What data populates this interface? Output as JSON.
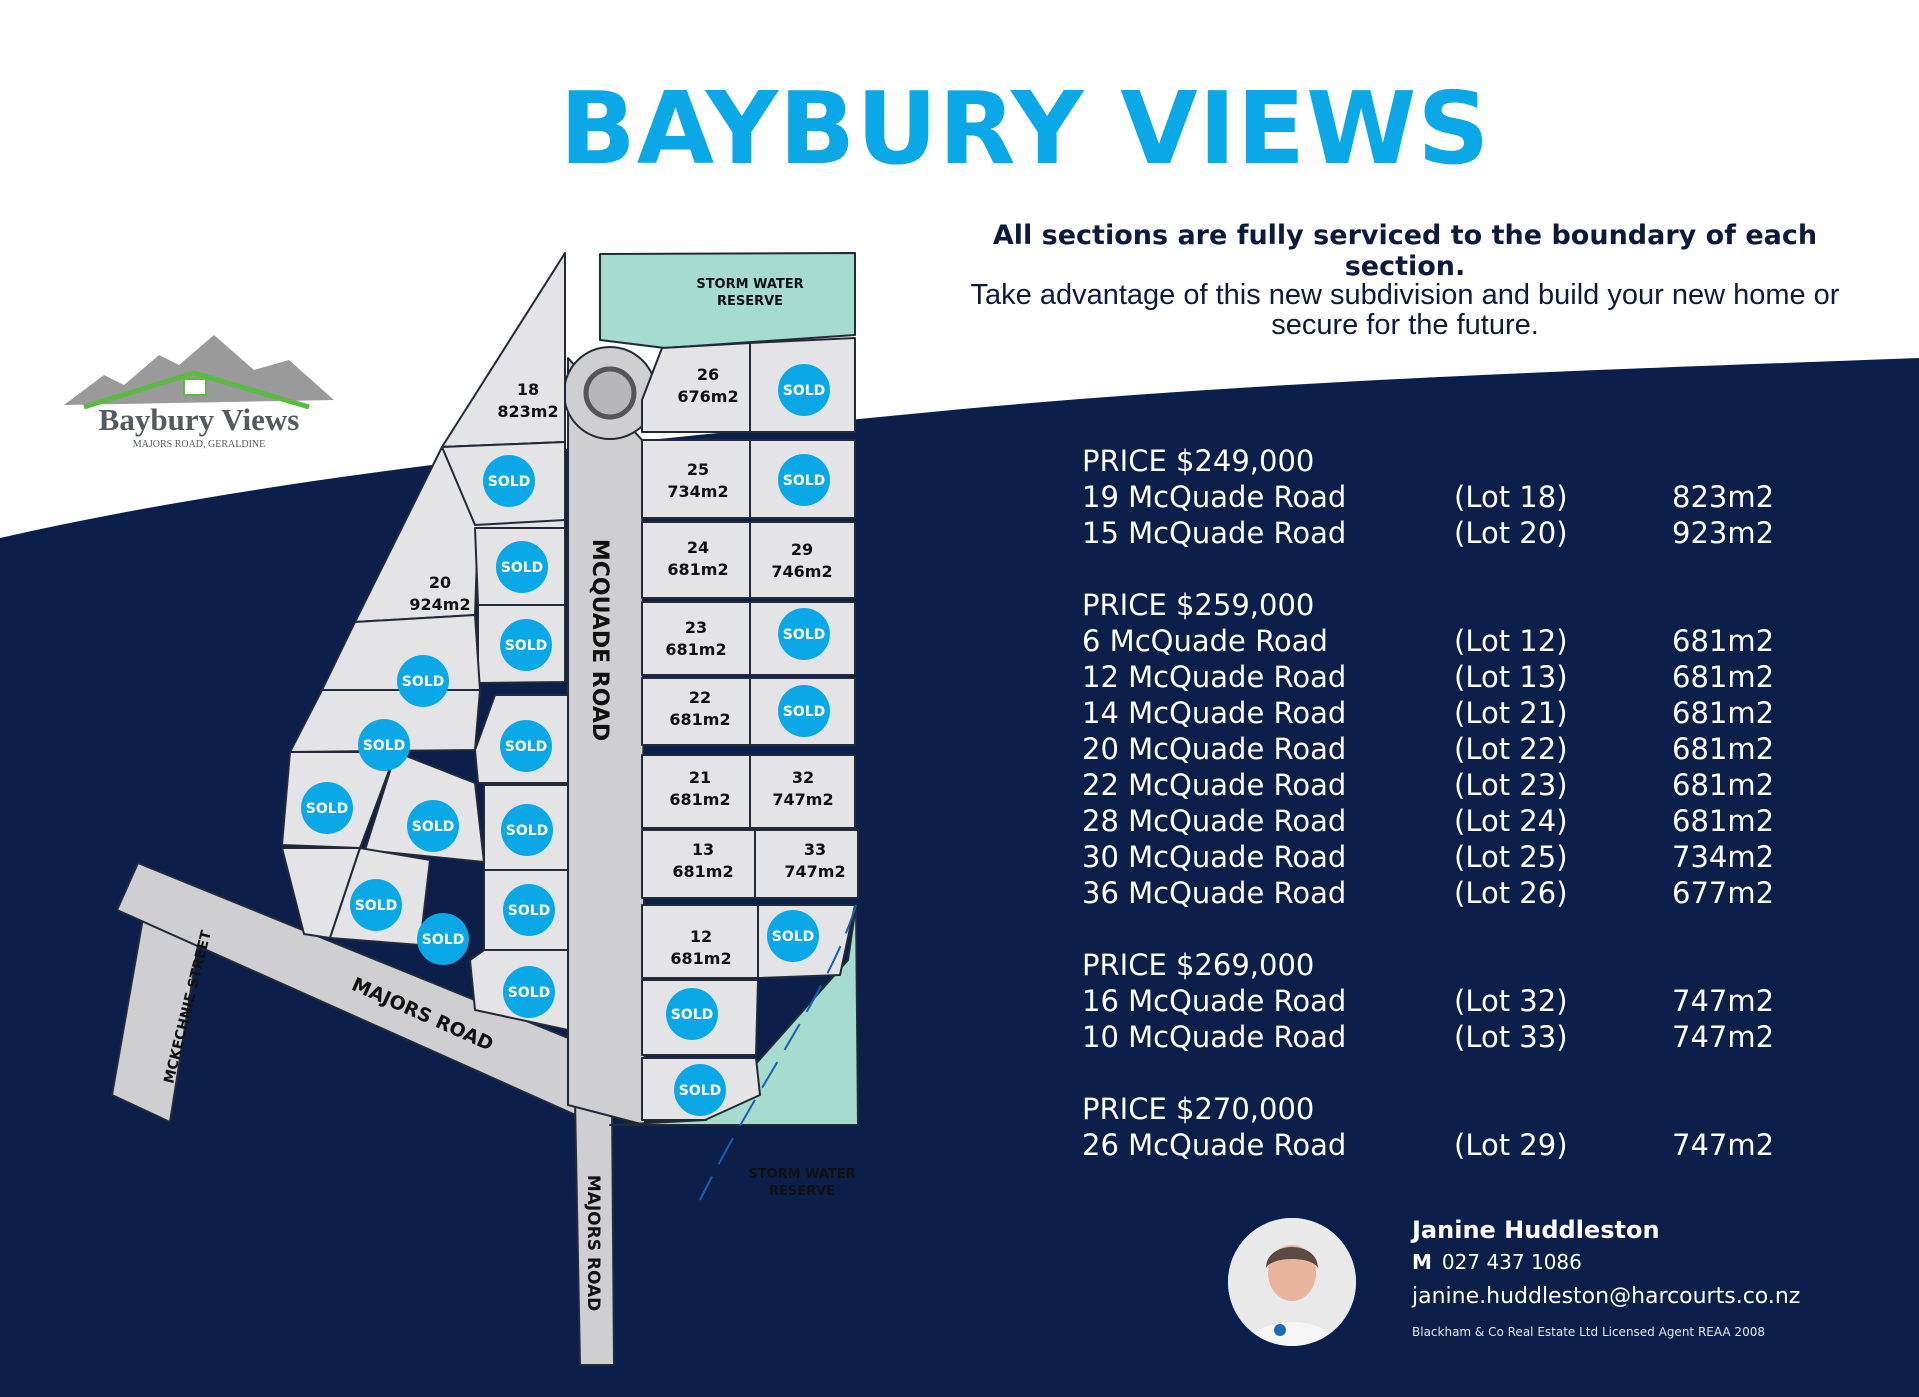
{
  "title": "BAYBURY VIEWS",
  "tagline_bold": "All sections are fully serviced to the boundary of each section.",
  "tagline": "Take advantage of this new subdivision and build your new home or secure for the future.",
  "logo": {
    "name": "Baybury Views",
    "subtitle": "MAJORS ROAD, GERALDINE"
  },
  "colors": {
    "brand_blue": "#0aa8e6",
    "navy": "#0b1f4a",
    "reserve": "#a5dccf",
    "lot": "#e4e4e6",
    "road": "#cfcfd1",
    "logo_green": "#5bb944"
  },
  "price_groups": [
    {
      "price": "PRICE $249,000",
      "items": [
        {
          "address": "19 McQuade Road",
          "lot": "(Lot 18)",
          "area": "823m2"
        },
        {
          "address": "15 McQuade Road",
          "lot": "(Lot 20)",
          "area": "923m2"
        }
      ]
    },
    {
      "price": "PRICE $259,000",
      "items": [
        {
          "address": "6 McQuade Road",
          "lot": "(Lot 12)",
          "area": "681m2"
        },
        {
          "address": "12 McQuade Road",
          "lot": "(Lot 13)",
          "area": "681m2"
        },
        {
          "address": "14 McQuade Road",
          "lot": "(Lot 21)",
          "area": "681m2"
        },
        {
          "address": "20 McQuade Road",
          "lot": "(Lot 22)",
          "area": "681m2"
        },
        {
          "address": "22 McQuade Road",
          "lot": "(Lot 23)",
          "area": "681m2"
        },
        {
          "address": "28 McQuade Road",
          "lot": "(Lot 24)",
          "area": "681m2"
        },
        {
          "address": "30 McQuade Road",
          "lot": "(Lot 25)",
          "area": "734m2"
        },
        {
          "address": "36 McQuade Road",
          "lot": "(Lot 26)",
          "area": "677m2"
        }
      ]
    },
    {
      "price": "PRICE $269,000",
      "items": [
        {
          "address": "16 McQuade Road",
          "lot": "(Lot 32)",
          "area": "747m2"
        },
        {
          "address": "10 McQuade Road",
          "lot": "(Lot 33)",
          "area": "747m2"
        }
      ]
    },
    {
      "price": "PRICE $270,000",
      "items": [
        {
          "address": "26 McQuade Road",
          "lot": "(Lot 29)",
          "area": "747m2"
        }
      ]
    }
  ],
  "map": {
    "roads": {
      "mcquade": "MCQUADE ROAD",
      "majors": "MAJORS ROAD",
      "majors_south": "MAJORS ROAD",
      "mckechnie": "MCKECHNIE STREET"
    },
    "reserve_label": [
      "STORM WATER",
      "RESERVE"
    ],
    "sold_label": "SOLD",
    "lots": [
      {
        "num": "18",
        "area": "823m2"
      },
      {
        "num": "26",
        "area": "676m2"
      },
      {
        "num": "25",
        "area": "734m2"
      },
      {
        "num": "24",
        "area": "681m2"
      },
      {
        "num": "29",
        "area": "746m2"
      },
      {
        "num": "20",
        "area": "924m2"
      },
      {
        "num": "23",
        "area": "681m2"
      },
      {
        "num": "22",
        "area": "681m2"
      },
      {
        "num": "21",
        "area": "681m2"
      },
      {
        "num": "32",
        "area": "747m2"
      },
      {
        "num": "13",
        "area": "681m2"
      },
      {
        "num": "33",
        "area": "747m2"
      },
      {
        "num": "12",
        "area": "681m2"
      }
    ]
  },
  "agent": {
    "name": "Janine Huddleston",
    "phone_label": "M",
    "phone": "027 437 1086",
    "email": "janine.huddleston@harcourts.co.nz",
    "license": "Blackham & Co Real Estate Ltd Licensed Agent REAA 2008"
  }
}
